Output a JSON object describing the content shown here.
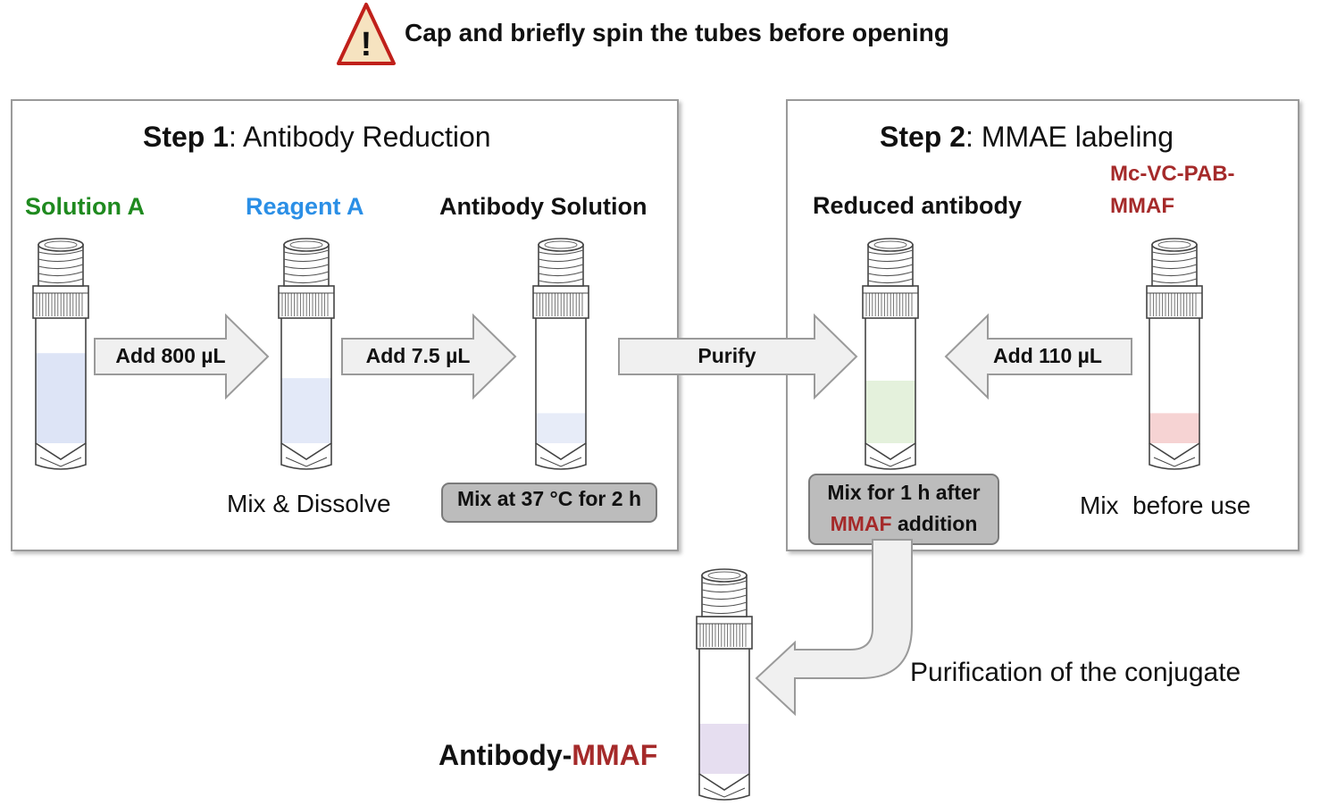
{
  "warning": {
    "icon": "warning-triangle-icon",
    "mark": "!",
    "text": "Cap and briefly spin the tubes before opening"
  },
  "step1": {
    "title_bold": "Step 1",
    "title_rest": ": Antibody Reduction",
    "solution_a": "Solution A",
    "reagent_a": "Reagent A",
    "antibody_solution": "Antibody Solution",
    "arrow1": "Add 800 µL",
    "arrow2": "Add 7.5 µL",
    "mix_dissolve": "Mix & Dissolve",
    "mix_37": "Mix at 37 °C for 2 h"
  },
  "purify": "Purify",
  "step2": {
    "title_bold": "Step 2",
    "title_rest": ": MMAE labeling",
    "reduced_antibody": "Reduced antibody",
    "reagent_line1": "Mc-VC-PAB-",
    "reagent_line2": "MMAF",
    "arrow_add": "Add 110 µL",
    "mix_1h_line1": "Mix for 1 h after",
    "mix_1h_mmaf": "MMAF",
    "mix_1h_rest": " addition",
    "mix_before": "Mix  before use"
  },
  "purification": "Purification of the conjugate",
  "product": {
    "prefix": "Antibody-",
    "mmaf": "MMAF"
  },
  "colors": {
    "green": "#1f8a1f",
    "blue": "#2b8fe6",
    "darkred": "#a52a2a",
    "warning_fill": "#f6e3c0",
    "warning_stroke": "#c0201a"
  },
  "tubes": [
    {
      "name": "solution-a-tube",
      "liquid": "#dde4f6",
      "fill_fraction": 0.72
    },
    {
      "name": "reagent-a-tube",
      "liquid": "#e3e9f8",
      "fill_fraction": 0.52
    },
    {
      "name": "antibody-solution-tube",
      "liquid": "#e7ecf8",
      "fill_fraction": 0.24
    },
    {
      "name": "reduced-antibody-tube",
      "liquid": "#e4f1dc",
      "fill_fraction": 0.5
    },
    {
      "name": "mmaf-reagent-tube",
      "liquid": "#f6d3d3",
      "fill_fraction": 0.24
    },
    {
      "name": "antibody-mmaf-tube",
      "liquid": "#e6def0",
      "fill_fraction": 0.4
    }
  ]
}
